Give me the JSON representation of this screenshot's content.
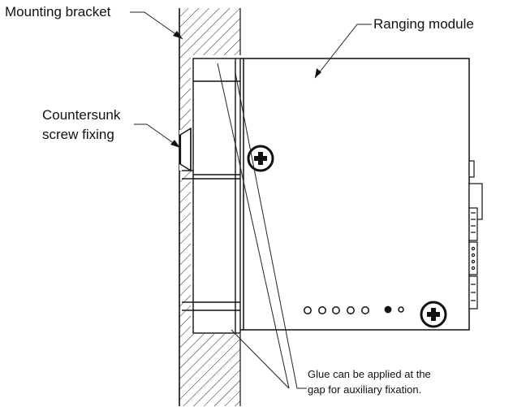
{
  "labels": {
    "mounting_bracket": "Mounting bracket",
    "ranging_module": "Ranging module",
    "countersunk_line1": "Countersunk",
    "countersunk_line2": "screw fixing",
    "glue_line1": "Glue can be applied at the",
    "glue_line2": "gap for auxiliary fixation."
  },
  "icons": {
    "screw_head": "phillips-screw-icon",
    "indicator_hole": "indicator-hole-icon"
  },
  "colors": {
    "line": "#111111",
    "background": "#ffffff",
    "hatch": "#222222"
  }
}
